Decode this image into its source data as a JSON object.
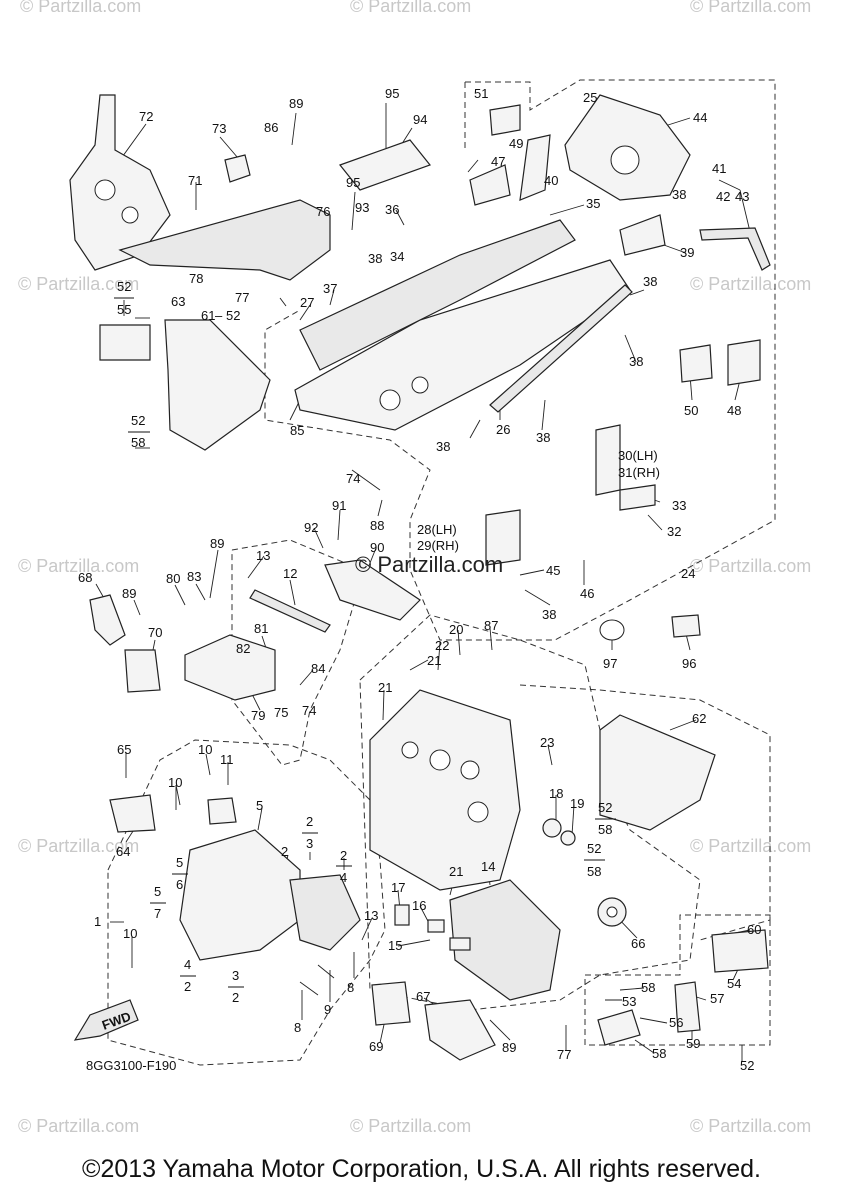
{
  "diagram_code": "8GG3100-F190",
  "copyright": "©2013 Yamaha Motor Corporation, U.S.A. All rights reserved.",
  "watermark": "© Partzilla.com",
  "watermark_small": "© partzilla.com",
  "fwd_label": "FWD",
  "callouts": {
    "c72": "72",
    "c73": "73",
    "c89a": "89",
    "c86": "86",
    "c95a": "95",
    "c94": "94",
    "c51": "51",
    "c25": "25",
    "c44": "44",
    "c71": "71",
    "c95b": "95",
    "c93": "93",
    "c36": "36",
    "c76": "76",
    "c47": "47",
    "c49": "49",
    "c40": "40",
    "c38a": "38",
    "c34": "34",
    "c35": "35",
    "c41": "41",
    "c42": "42",
    "c43": "43",
    "c38b": "38",
    "c39": "39",
    "c78": "78",
    "c52a": "52",
    "c55": "55",
    "c77a": "77",
    "c27": "27",
    "c37": "37",
    "c38c": "38",
    "c63": "63",
    "c61": "61",
    "c52b": "52",
    "c38d": "38",
    "c50": "50",
    "c48": "48",
    "c52c": "52",
    "c58a": "58",
    "c85": "85",
    "c26": "26",
    "c38e": "38",
    "c38f": "38",
    "c30": "30(LH)",
    "c31": "31(RH)",
    "c74a": "74",
    "c88": "88",
    "c33": "33",
    "c32": "32",
    "c91": "91",
    "c92": "92",
    "c90": "90",
    "c28": "28(LH)",
    "c29": "29(RH)",
    "c45": "45",
    "c46": "46",
    "c38g": "38",
    "c24": "24",
    "c13a": "13",
    "c12": "12",
    "c89b": "89",
    "c68": "68",
    "c80": "80",
    "c83": "83",
    "c89c": "89",
    "c70": "70",
    "c81": "81",
    "c82": "82",
    "c84": "84",
    "c79": "79",
    "c20": "20",
    "c87": "87",
    "c22": "22",
    "c21a": "21",
    "c21b": "21",
    "c97": "97",
    "c96": "96",
    "c75": "75",
    "c74b": "74",
    "c62": "62",
    "c65": "65",
    "c10a": "10",
    "c11": "11",
    "c23": "23",
    "c10b": "10",
    "c5a": "5",
    "c2a": "2",
    "c3a": "3",
    "c2b": "2",
    "c2c": "2",
    "c4a": "4",
    "c18": "18",
    "c19": "19",
    "c52d": "52",
    "c58b": "58",
    "c52e": "52",
    "c58c": "58",
    "c64": "64",
    "c5b": "5",
    "c6": "6",
    "c5c": "5",
    "c7": "7",
    "c1": "1",
    "c10c": "10",
    "c17": "17",
    "c21c": "21",
    "c14": "14",
    "c16": "16",
    "c13b": "13",
    "c15": "15",
    "c4b": "4",
    "c2d": "2",
    "c3b": "3",
    "c2e": "2",
    "c8a": "8",
    "c9": "9",
    "c8b": "8",
    "c66": "66",
    "c60": "60",
    "c54": "54",
    "c67": "67",
    "c58d": "58",
    "c53": "53",
    "c57": "57",
    "c56": "56",
    "c69": "69",
    "c89d": "89",
    "c77b": "77",
    "c58e": "58",
    "c59": "59",
    "c52f": "52"
  }
}
